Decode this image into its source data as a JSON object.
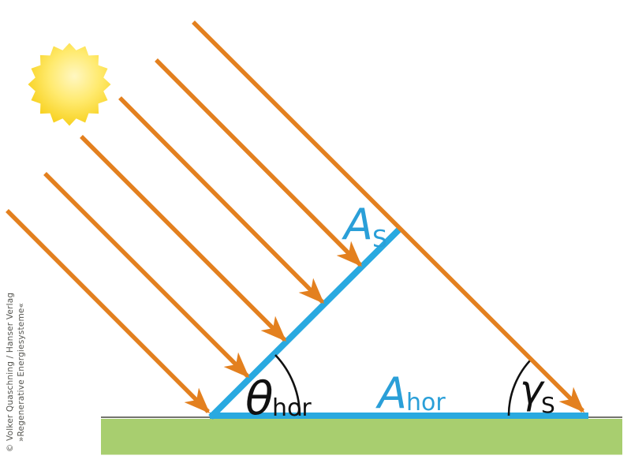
{
  "figure": {
    "description": "Solar irradiance on a tilted surface versus horizontal surface",
    "labels": {
      "tilted_area": {
        "main": "A",
        "sub": "S"
      },
      "horizontal_area": {
        "main": "A",
        "sub": "hor"
      },
      "tilt_angle": {
        "main": "θ",
        "sub": "hor"
      },
      "sun_height_angle": {
        "main": "γ",
        "sub": "S"
      }
    },
    "sun_ray_count": 6,
    "colors": {
      "ray_orange": "#E3801F",
      "surface_blue": "#29A9E0",
      "label_blue": "#2A9FD8",
      "ground_green": "#A8CE6F",
      "ground_line": "#47473F",
      "arc_black": "#111111",
      "sun_core": "#FFF7C2",
      "sun_mid": "#FFEA6E",
      "sun_edge": "#F6CB0C"
    }
  },
  "copyright": {
    "line1": "© Volker Quaschning / Hanser Verlag",
    "line2": "»Regenerative Energiesysteme«"
  }
}
